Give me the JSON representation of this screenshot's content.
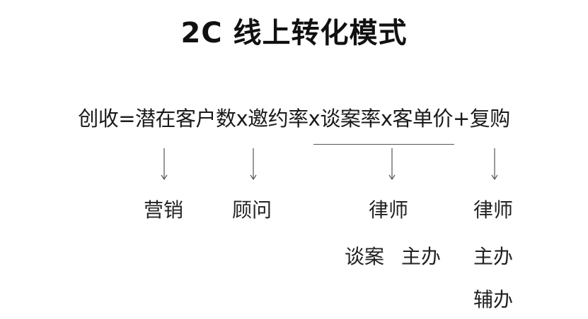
{
  "title": "2C  线上转化模式",
  "formula": "创收=潜在客户数x邀约率x谈案率x客单价+复购",
  "labels": {
    "marketing": "营销",
    "consultant": "顾问",
    "lawyer_1": "律师",
    "lawyer_2": "律师",
    "case_talk": "谈案",
    "lead_1": "主办",
    "lead_2": "主办",
    "assist": "辅办"
  },
  "colors": {
    "text": "#1a1a1a",
    "line": "#555555"
  }
}
